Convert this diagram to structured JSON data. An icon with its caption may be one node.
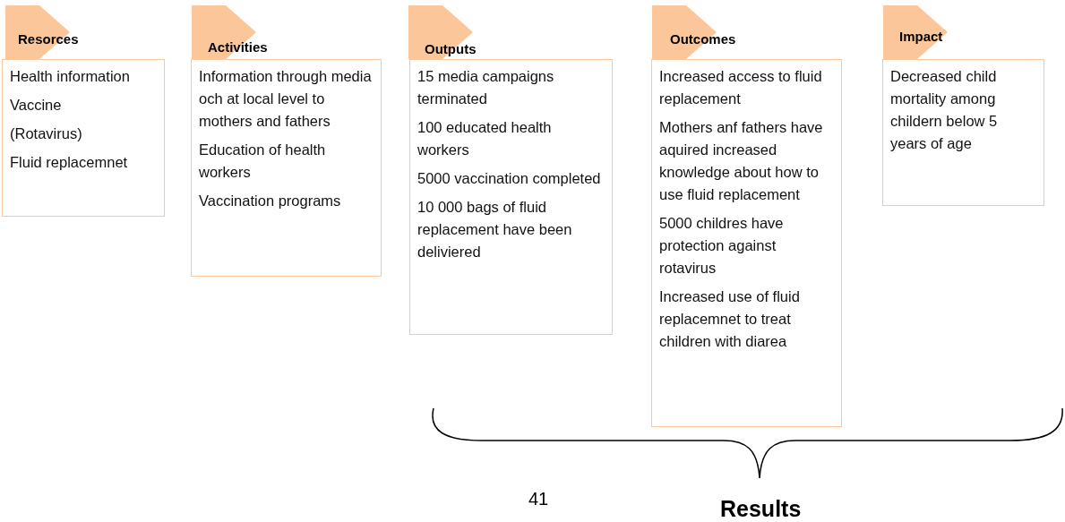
{
  "diagram": {
    "nodes": [
      {
        "text": [
          "Resorces"
        ]
      },
      {
        "text": [
          "Health information",
          "Vaccine",
          "(Rotavirus)",
          "Fluid replacemnet"
        ]
      },
      {
        "text": [
          "Activities"
        ]
      },
      {
        "text": [
          "Information  through media och at local level to mothers and fathers",
          "Education of health workers",
          "Vaccination programs"
        ]
      },
      {
        "text": [
          "Outputs"
        ]
      },
      {
        "text": [
          "15 media campaigns terminated",
          "100 educated health workers",
          "5000 vaccination completed",
          "10 000 bags of fluid replacement have been deliviered"
        ]
      },
      {
        "text": [
          "Outcomes"
        ]
      },
      {
        "text": [
          "Increased access to fluid replacement",
          "Mothers anf fathers have aquired increased knowledge about how to use fluid replacement",
          "5000 childres have protection against rotavirus",
          "Increased use of fluid replacemnet to treat children with diarea"
        ]
      },
      {
        "text": [
          "Impact"
        ]
      },
      {
        "text": [
          "Decreased child mortality among childern below 5 years of age"
        ]
      }
    ],
    "edges": [],
    "labels": [
      "41",
      "Results"
    ]
  }
}
